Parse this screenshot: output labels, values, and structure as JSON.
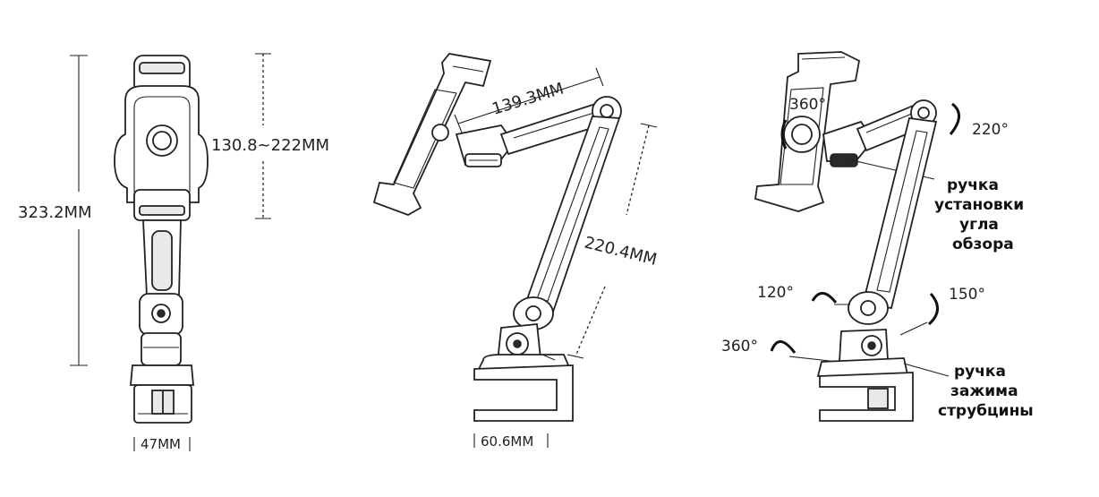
{
  "views": {
    "front": {
      "height_label": "323.2MM",
      "holder_range_label": "130.8~222MM",
      "base_width_label": "47MM"
    },
    "side": {
      "upper_arm_label": "139.3MM",
      "lower_arm_label": "220.4MM",
      "base_width_label": "60.6MM"
    },
    "rotation": {
      "head_rotation": "360°",
      "upper_joint": "220°",
      "elbow_left": "120°",
      "elbow_right": "150°",
      "base_rotation": "360°",
      "angle_knob_label": [
        "ручка",
        "установки",
        "угла",
        "обзора"
      ],
      "clamp_knob_label": [
        "ручка",
        "зажима",
        "струбцины"
      ]
    }
  }
}
